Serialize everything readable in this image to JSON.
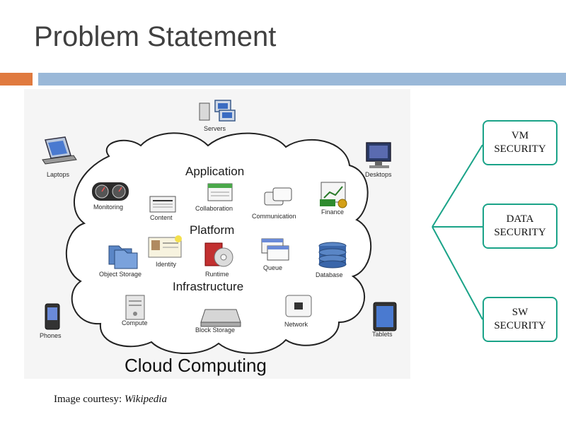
{
  "slide": {
    "title": "Problem Statement",
    "accent_color": "#e07a3f",
    "rule_color": "#9ab8d8"
  },
  "diagram": {
    "outer_labels": {
      "servers": "Servers",
      "laptops": "Laptops",
      "desktops": "Desktops",
      "phones": "Phones",
      "tablets": "Tablets"
    },
    "sections": {
      "application": "Application",
      "platform": "Platform",
      "infrastructure": "Infrastructure"
    },
    "application_items": {
      "monitoring": "Monitoring",
      "content": "Content",
      "collaboration": "Collaboration",
      "communication": "Communication",
      "finance": "Finance"
    },
    "platform_items": {
      "object_storage": "Object Storage",
      "identity": "Identity",
      "runtime": "Runtime",
      "queue": "Queue",
      "database": "Database"
    },
    "infrastructure_items": {
      "compute": "Compute",
      "block_storage": "Block Storage",
      "network": "Network"
    },
    "footer_title": "Cloud Computing"
  },
  "security_boxes": {
    "vm": "VM\nSECURITY",
    "data": "DATA\nSECURITY",
    "sw": "SW\nSECURITY",
    "border_color": "#1aa388"
  },
  "caption": {
    "prefix": "Image courtesy: ",
    "source": "Wikipedia"
  }
}
